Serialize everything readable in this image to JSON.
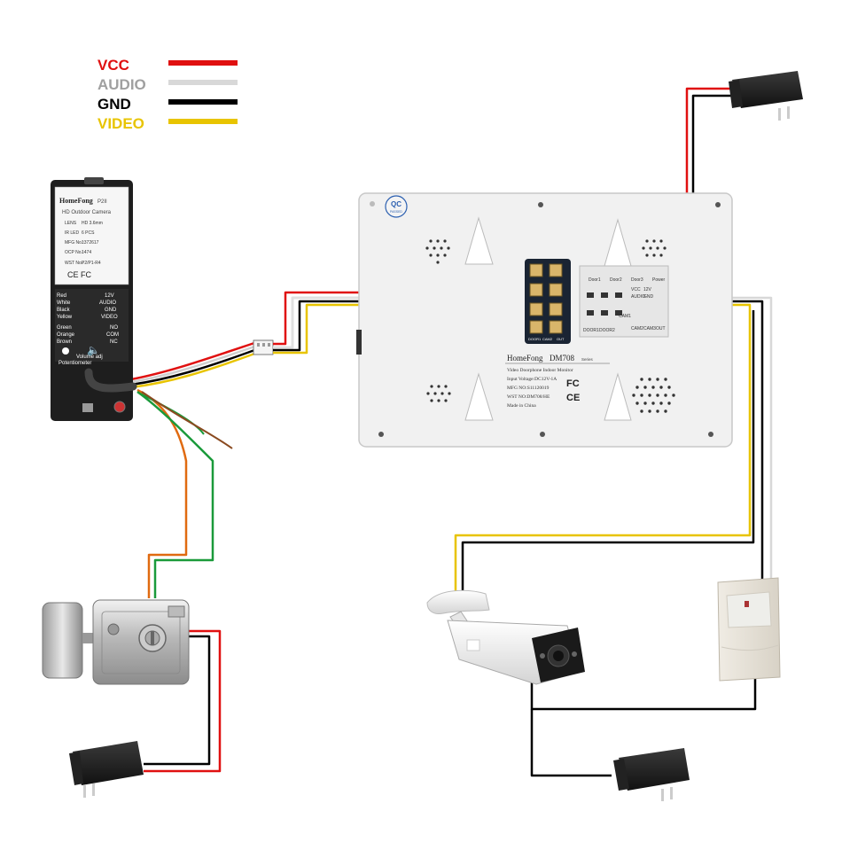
{
  "colors": {
    "vcc": "#e01010",
    "audio": "#d8d8d8",
    "gnd": "#000000",
    "video": "#e8c400",
    "green": "#1a9a3a",
    "orange": "#e06a10",
    "brown": "#8a4a20",
    "monitor_body": "#f1f1f1",
    "camera_body": "#1e1e1e"
  },
  "legend": {
    "items": [
      {
        "label": "VCC",
        "color": "#e01010"
      },
      {
        "label": "AUDIO",
        "color": "#a0a0a0"
      },
      {
        "label": "GND",
        "color": "#000000"
      },
      {
        "label": "VIDEO",
        "color": "#e8c400"
      }
    ]
  },
  "door_camera": {
    "brand": "HomeFong",
    "model": "P2II",
    "subtitle": "HD Outdoor Camera",
    "spec_lens_label": "LENS",
    "spec_lens_value": "HD 3.6mm",
    "spec_ir_label": "IR LED",
    "spec_ir_value": "6 PCS",
    "spec_mfg_label": "MFG No.:",
    "spec_mfg_value": "1372617",
    "spec_oc_label": "OCP No.:",
    "spec_oc_value": "1474",
    "spec_wst_label": "WST No.:",
    "spec_wst_value": "P2/P1-R4",
    "marks": "CE FC",
    "wires": [
      {
        "color_name": "Red",
        "func": "12V"
      },
      {
        "color_name": "White",
        "func": "AUDIO"
      },
      {
        "color_name": "Black",
        "func": "GND"
      },
      {
        "color_name": "Yellow",
        "func": "VIDEO"
      },
      {
        "color_name": "Green",
        "func": "NO"
      },
      {
        "color_name": "Orange",
        "func": "COM"
      },
      {
        "color_name": "Brown",
        "func": "NC"
      }
    ],
    "volume_label": "Volume adj",
    "potentiometer_label": "Potentiometer"
  },
  "monitor": {
    "qc_label": "QC",
    "qc_sub": "PASSED",
    "brand": "HomeFong",
    "model": "DM708",
    "model_suffix": "Series",
    "line1": "Video Doorphone Indoor Monitor",
    "line2": "Input Voltage:DC12V-1A",
    "line3": "MFG NO:S11120019",
    "line4": "WST NO:DM708/HE",
    "line5": "Made in China",
    "marks_fc": "FC",
    "marks_ce": "CE",
    "port_labels_top": [
      "Door1",
      "Door2",
      "Door3",
      "Power"
    ],
    "port_labels_mid": [
      "VCC",
      "12V",
      "AUDIO",
      "GND"
    ],
    "port_labels_low": [
      "DOOR1",
      "DOOR2",
      "CAM1",
      "CAM2",
      "CAM3",
      "OUT"
    ],
    "connector_labels": [
      "DOOR1",
      "CAM2",
      "OUT"
    ]
  }
}
